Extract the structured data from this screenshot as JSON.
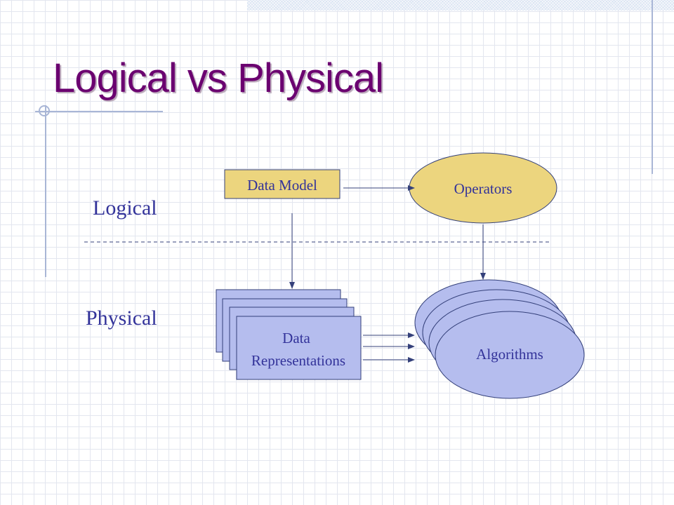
{
  "slide": {
    "title": "Logical vs Physical"
  },
  "layers": {
    "logical": "Logical",
    "physical": "Physical"
  },
  "nodes": {
    "data_model": "Data Model",
    "operators": "Operators",
    "data_representations": [
      "Data",
      "Representations"
    ],
    "algorithms": "Algorithms"
  },
  "colors": {
    "title": "#6b0070",
    "text": "#33339a",
    "logical_fill": "#ecd57e",
    "physical_fill": "#b5bdee",
    "stroke": "#34407a",
    "rule_lines": "#a9b6d6"
  }
}
